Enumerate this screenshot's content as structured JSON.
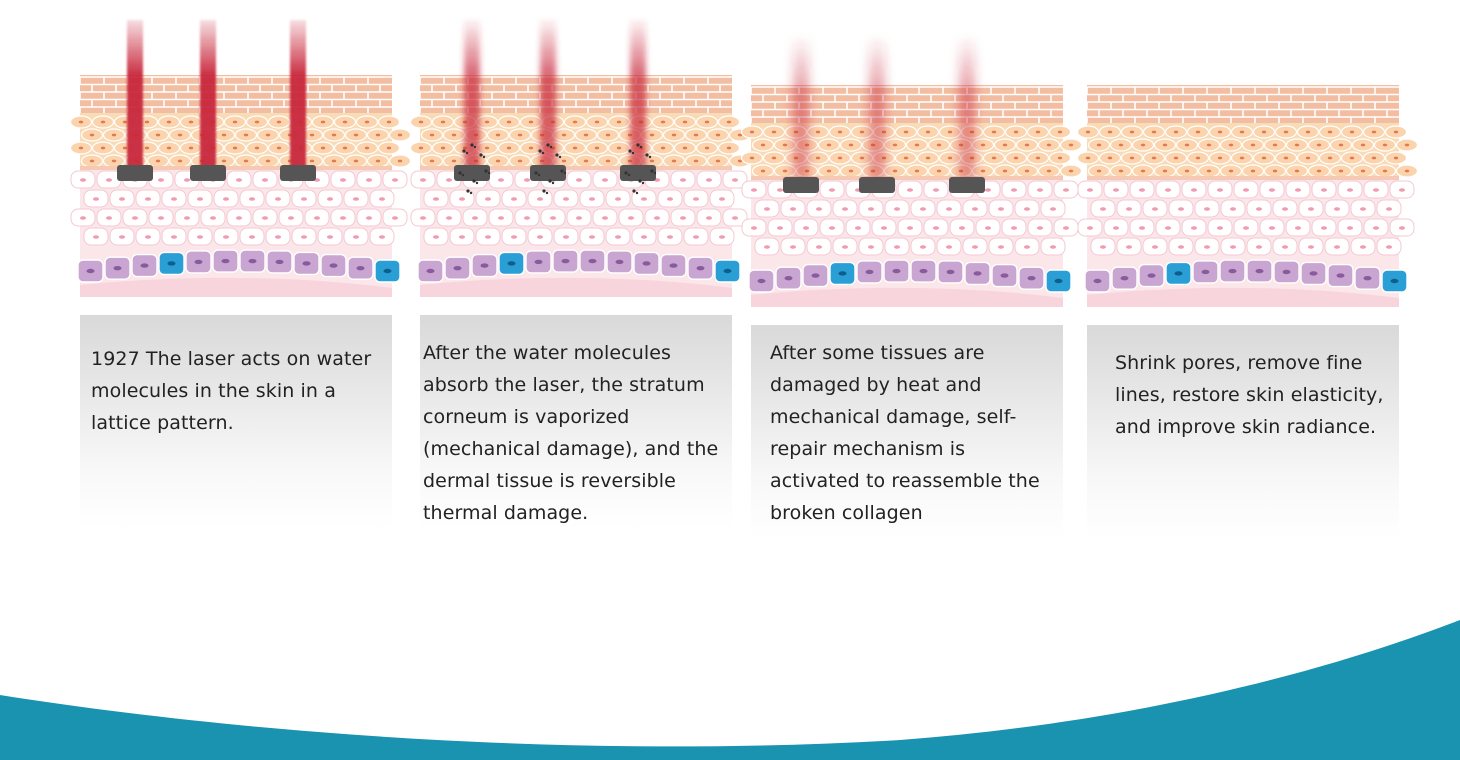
{
  "steps": [
    {
      "caption": "1927 The laser acts on water molecules in the skin in a lattice pattern.",
      "lasers": "strong",
      "damage": "ablation"
    },
    {
      "caption": "After the water molecules absorb the laser, the stratum corneum is vaporized (mechanical damage), and the dermal tissue is reversible thermal damage.",
      "lasers": "medium",
      "damage": "vaporized"
    },
    {
      "caption": "After some tissues are damaged by heat and mechanical damage, self-repair mechanism is activated to reassemble the broken collagen",
      "lasers": "faded",
      "damage": "ablation"
    },
    {
      "caption": "Shrink pores, remove fine lines, restore skin elasticity, and improve skin radiance.",
      "lasers": "none",
      "damage": "none"
    }
  ],
  "colors": {
    "laser": "#c8283c",
    "stratum_top": "#f0c8a8",
    "stratum_line": "#e07a55",
    "epidermis": "#f8dcb8",
    "dermis_cell": "#ffffff",
    "dermis_bg": "#fbe6ea",
    "basal_blue": "#2a9fd6",
    "basal_purple": "#c9a6d1",
    "damage_spot": "#555555",
    "caption_bg": "#dcdcdc",
    "wave": "#1a93b0"
  }
}
